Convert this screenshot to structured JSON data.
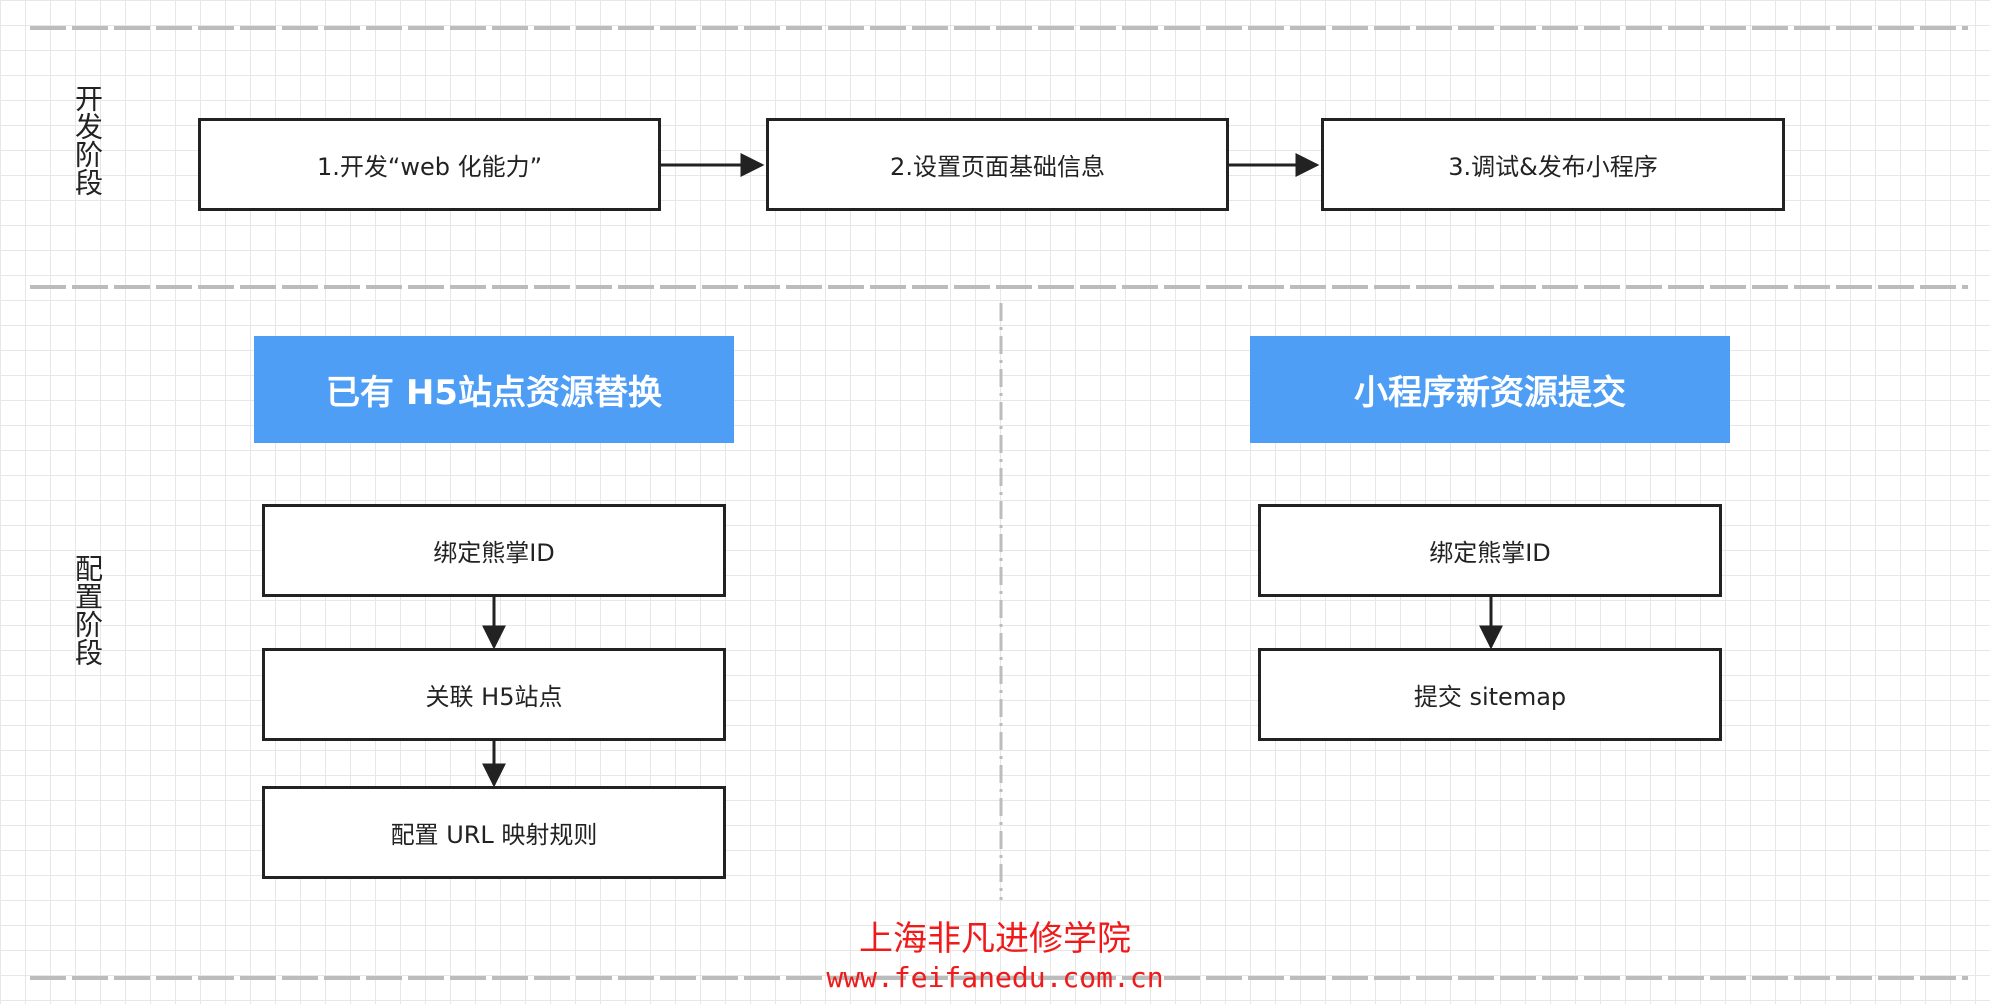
{
  "stages": {
    "development": "开发阶段",
    "configuration": "配置阶段"
  },
  "development_steps": [
    "1.开发“web 化能力”",
    "2.设置页面基础信息",
    "3.调试&发布小程序"
  ],
  "left_column": {
    "header": "已有 H5站点资源替换",
    "steps": [
      "绑定熊掌ID",
      "关联 H5站点",
      "配置 URL 映射规则"
    ]
  },
  "right_column": {
    "header": "小程序新资源提交",
    "steps": [
      "绑定熊掌ID",
      "提交 sitemap"
    ]
  },
  "watermark": {
    "title": "上海非凡进修学院",
    "url": "www.feifanedu.com.cn"
  },
  "colors": {
    "header_fill": "#4e9ef5",
    "line": "#222222",
    "separator": "#bcbcbc",
    "watermark": "#ef1a1a"
  }
}
